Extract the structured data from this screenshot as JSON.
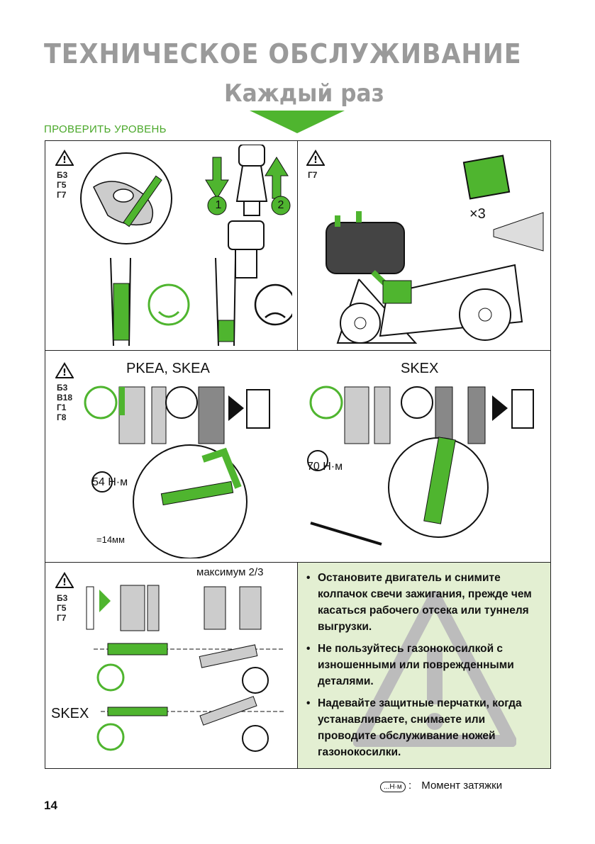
{
  "header": {
    "title": "ТЕХНИЧЕСКОЕ ОБСЛУЖИВАНИЕ",
    "subtitle": "Каждый раз",
    "section_label": "ПРОВЕРИТЬ УРОВЕНЬ"
  },
  "panels": {
    "oil": {
      "codes": [
        "Б3",
        "Г5",
        "Г7"
      ],
      "step1": "1",
      "step2": "2"
    },
    "air": {
      "codes": [
        "Г7"
      ],
      "repeat": "×3"
    },
    "blade": {
      "codes": [
        "Б3",
        "В18",
        "Г1",
        "Г8"
      ],
      "model_left": "PKEA, SKEA",
      "model_right": "SKEX",
      "torque_left": "54 Н·м",
      "torque_right": "70 Н·м",
      "wrench_size": "=14мм"
    },
    "balance": {
      "codes": [
        "Б3",
        "Г5",
        "Г7"
      ],
      "max_label": "максимум 2/3",
      "skex_label": "SKEX"
    }
  },
  "info": {
    "bullets": [
      "Остановите двигатель и снимите колпачок свечи зажигания, прежде чем касаться рабочего отсека или туннеля выгрузки.",
      "Не пользуйтесь газонокосилкой с изношенными или поврежденными деталями.",
      "Надевайте защитные перчатки, когда устанавливаете, снимаете или проводите обслуживание ножей газонокосилки."
    ]
  },
  "footer": {
    "page_number": "14",
    "legend_symbol": "...Н·м",
    "legend_sep": ":",
    "legend_text": "Момент затяжки"
  },
  "colors": {
    "accent": "#4fb52f",
    "info_bg": "#e3efd2",
    "title_gray": "#9a9a9a"
  }
}
